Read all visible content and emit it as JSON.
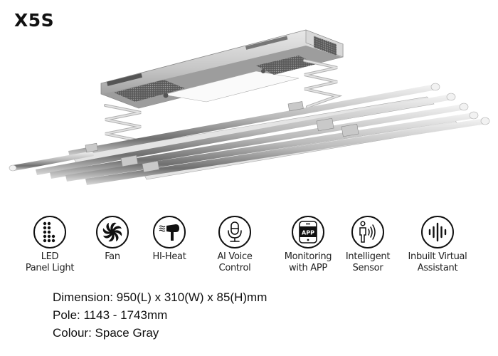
{
  "product": {
    "model": "X5S",
    "image_alt": "Smart ceiling laundry drying rack with LED panel, fan and extendable scissor arms"
  },
  "features": [
    {
      "label": "LED\nPanel Light",
      "icon": "led-panel-icon"
    },
    {
      "label": "Fan",
      "icon": "fan-icon"
    },
    {
      "label": "HI-Heat",
      "icon": "hair-dryer-icon"
    },
    {
      "label": "AI Voice\nControl",
      "icon": "microphone-icon"
    },
    {
      "label": "Monitoring\nwith APP",
      "icon": "app-phone-icon"
    },
    {
      "label": "Intelligent\nSensor",
      "icon": "person-sensor-icon"
    },
    {
      "label": "Inbuilt Virtual\nAssistant",
      "icon": "sound-wave-icon"
    }
  ],
  "specs": {
    "dimension": "Dimension: 950(L) x 310(W) x 85(H)mm",
    "pole": "Pole: 1143 - 1743mm",
    "colour": "Colour: Space Gray"
  }
}
